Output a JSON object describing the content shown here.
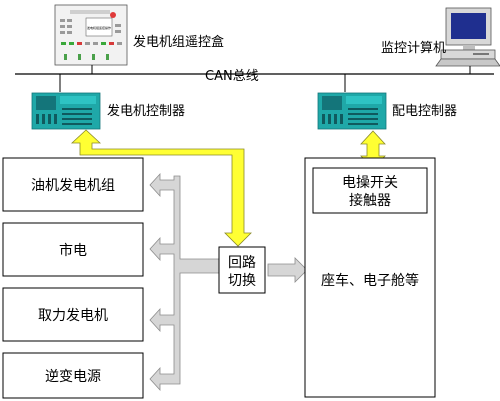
{
  "diagram": {
    "remote_box_label": "发电机组遥控盒",
    "remote_box_screen_text": "发电机组遥控操作",
    "computer_label": "监控计算机",
    "bus_label": "CAN总线",
    "gen_controller_label": "发电机控制器",
    "dist_controller_label": "配电控制器",
    "sources": [
      "油机发电机组",
      "市电",
      "取力发电机",
      "逆变电源"
    ],
    "switch_label_line1": "回路",
    "switch_label_line2": "切换",
    "contactor_label_line1": "电操开关",
    "contactor_label_line2": "接触器",
    "load_label": "座车、电子舱等"
  },
  "colors": {
    "controller_body": "#1fa8a8",
    "controller_dark": "#14757a",
    "yellow_arrow": "#ffff33",
    "yellow_outline": "#8a8a2a",
    "gray_arrow": "#d6d6d6",
    "gray_outline": "#8c8c8c",
    "box_border": "#000000"
  }
}
